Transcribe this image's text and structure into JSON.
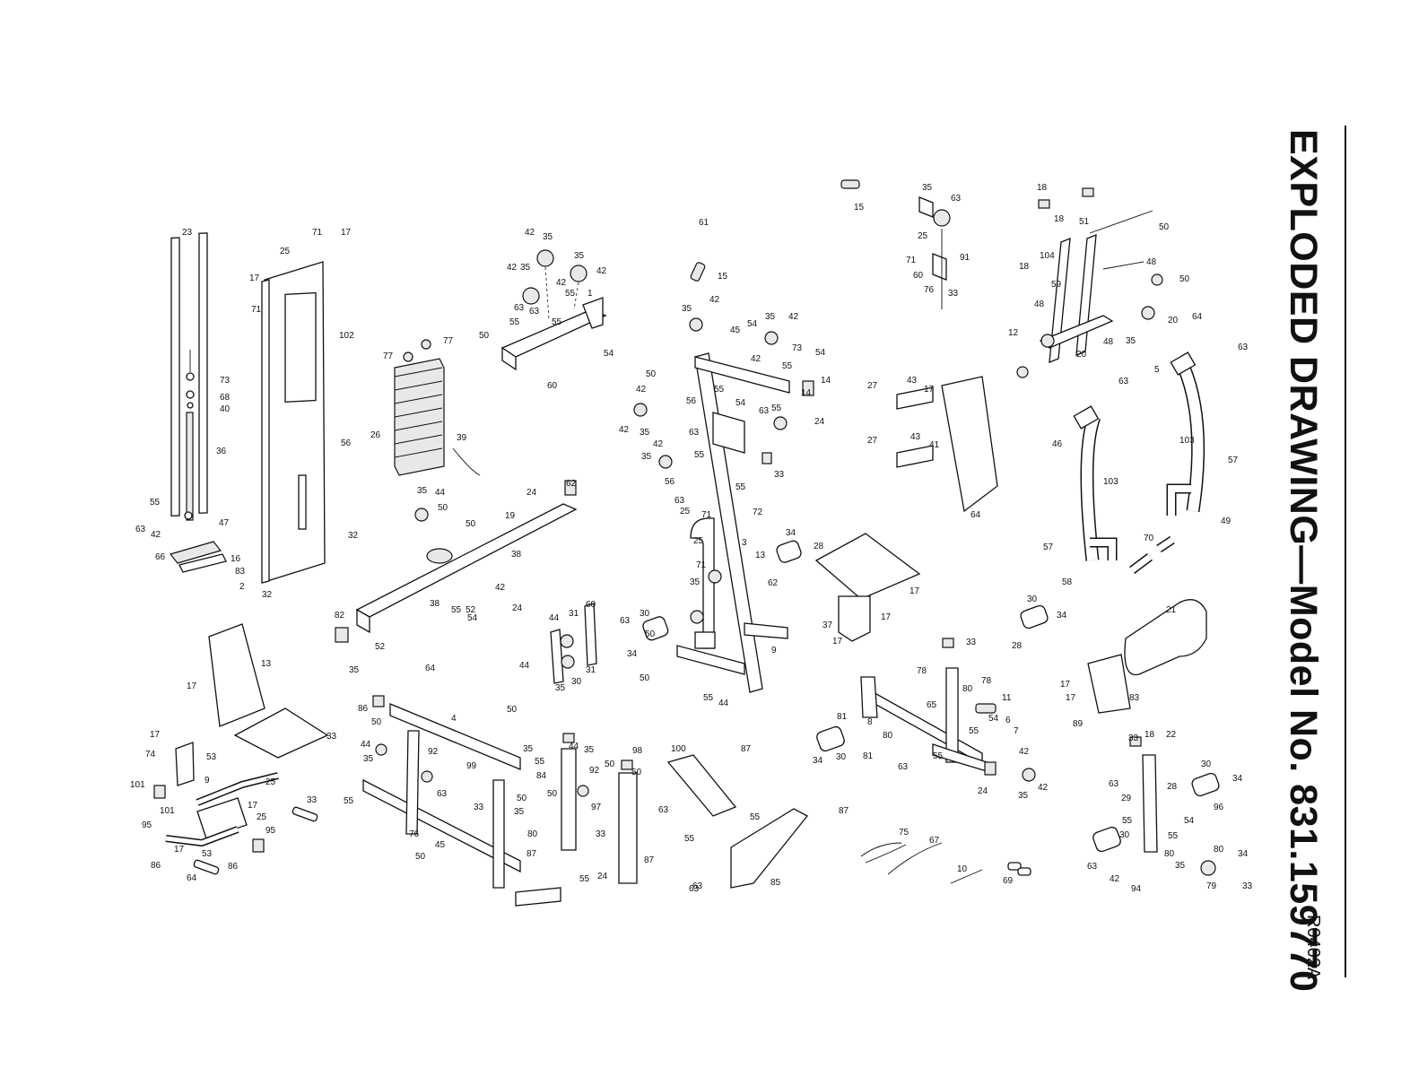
{
  "title": "EXPLODED DRAWING—Model No. 831.159770",
  "drawing_code": "R0402A",
  "callouts": [
    "23",
    "71",
    "17",
    "25",
    "17",
    "71",
    "102",
    "73",
    "68",
    "40",
    "36",
    "56",
    "55",
    "63",
    "42",
    "47",
    "66",
    "16",
    "83",
    "2",
    "32",
    "32",
    "42",
    "35",
    "35",
    "42",
    "42",
    "35",
    "42",
    "1",
    "55",
    "63",
    "55",
    "63",
    "50",
    "55",
    "54",
    "60",
    "77",
    "77",
    "26",
    "39",
    "61",
    "15",
    "15",
    "35",
    "42",
    "35",
    "42",
    "45",
    "54",
    "42",
    "73",
    "55",
    "54",
    "14",
    "50",
    "42",
    "56",
    "55",
    "54",
    "63",
    "55",
    "14",
    "24",
    "42",
    "35",
    "63",
    "42",
    "35",
    "55",
    "33",
    "56",
    "55",
    "63",
    "72",
    "25",
    "71",
    "3",
    "25",
    "71",
    "35",
    "62",
    "9",
    "30",
    "34",
    "50",
    "50",
    "55",
    "44",
    "35",
    "63",
    "25",
    "71",
    "60",
    "91",
    "76",
    "33",
    "18",
    "18",
    "51",
    "50",
    "18",
    "104",
    "59",
    "48",
    "50",
    "48",
    "12",
    "48",
    "35",
    "20",
    "64",
    "20",
    "63",
    "5",
    "24",
    "62",
    "35",
    "44",
    "50",
    "50",
    "19",
    "38",
    "38",
    "52",
    "42",
    "55",
    "54",
    "24",
    "82",
    "52",
    "35",
    "44",
    "31",
    "60",
    "63",
    "44",
    "31",
    "35",
    "30",
    "34",
    "28",
    "13",
    "17",
    "37",
    "17",
    "17",
    "27",
    "43",
    "17",
    "27",
    "43",
    "41",
    "64",
    "63",
    "46",
    "103",
    "57",
    "49",
    "103",
    "57",
    "58",
    "70",
    "13",
    "33",
    "17",
    "17",
    "74",
    "53",
    "101",
    "9",
    "101",
    "95",
    "25",
    "17",
    "25",
    "17",
    "53",
    "95",
    "86",
    "86",
    "33",
    "64",
    "86",
    "64",
    "4",
    "50",
    "35",
    "50",
    "44",
    "92",
    "35",
    "99",
    "63",
    "55",
    "84",
    "50",
    "76",
    "55",
    "50",
    "35",
    "33",
    "97",
    "44",
    "35",
    "92",
    "50",
    "33",
    "98",
    "50",
    "87",
    "24",
    "55",
    "45",
    "50",
    "80",
    "87",
    "63",
    "100",
    "87",
    "55",
    "55",
    "63",
    "85",
    "87",
    "63",
    "33",
    "78",
    "80",
    "78",
    "11",
    "54",
    "6",
    "7",
    "55",
    "65",
    "8",
    "81",
    "80",
    "81",
    "63",
    "55",
    "24",
    "30",
    "34",
    "42",
    "35",
    "42",
    "30",
    "34",
    "28",
    "21",
    "17",
    "17",
    "83",
    "89",
    "75",
    "67",
    "10",
    "69",
    "33",
    "18",
    "22",
    "63",
    "30",
    "34",
    "29",
    "28",
    "55",
    "54",
    "96",
    "30",
    "55",
    "80",
    "63",
    "80",
    "34",
    "35",
    "42",
    "94",
    "79",
    "33",
    "42",
    "72"
  ]
}
